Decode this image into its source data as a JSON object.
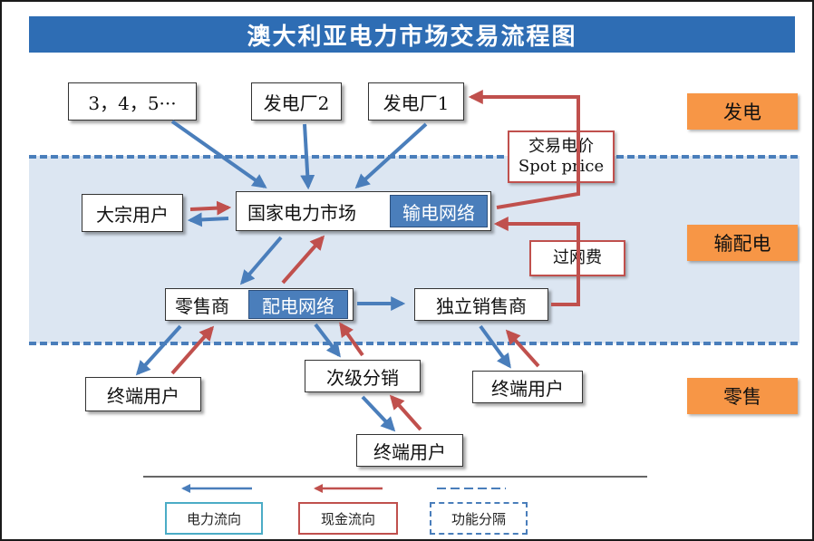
{
  "title": "澳大利亚电力市场交易流程图",
  "colors": {
    "title_bg": "#2e6db4",
    "band_bg": "#dce6f2",
    "blue": "#4a7ebb",
    "red": "#c0504d",
    "orange": "#f79646",
    "teal": "#4bacc6"
  },
  "nodes": {
    "gen_others": "3，4，5···",
    "gen2": "发电厂2",
    "gen1": "发电厂1",
    "bulk_user": "大宗用户",
    "national_market": "国家电力市场",
    "transmission_network": "输电网络",
    "retailer": "零售商",
    "distribution_network": "配电网络",
    "independent_retailer": "独立销售商",
    "end_user_left": "终端用户",
    "sub_distributor": "次级分销",
    "end_user_bottom": "终端用户",
    "end_user_right": "终端用户"
  },
  "money_labels": {
    "spot_price_cn": "交易电价",
    "spot_price_en": "Spot price",
    "network_fee": "过网费"
  },
  "zones": {
    "generation": "发电",
    "transmission_distribution": "输配电",
    "retail": "零售"
  },
  "legend": {
    "power_flow": "电力流向",
    "cash_flow": "现金流向",
    "function_separation": "功能分隔"
  }
}
